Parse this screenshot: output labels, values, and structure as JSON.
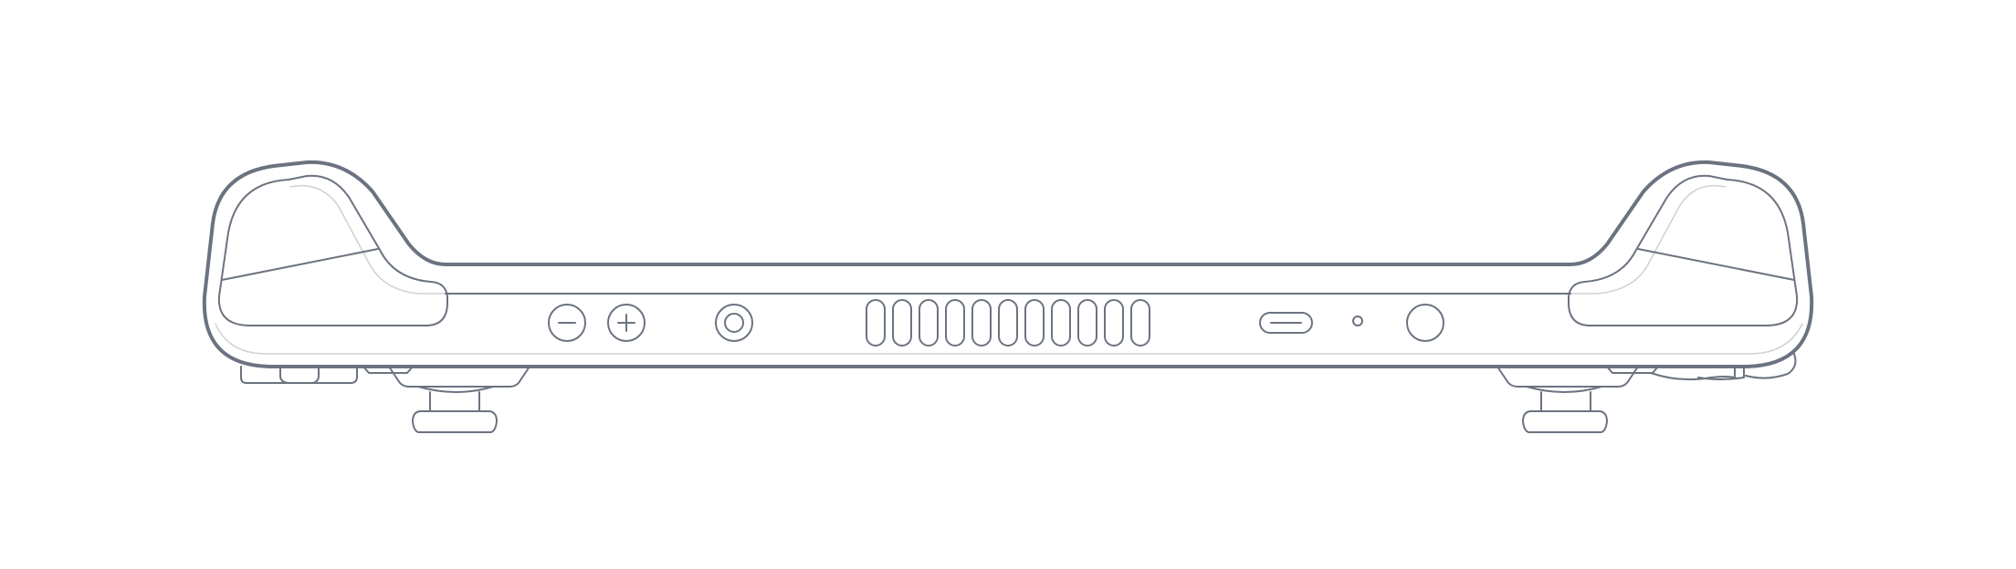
{
  "title": "",
  "colors": {
    "background": "#ffffff",
    "outline_dark": "#6b7380",
    "outline_light": "#d0d3d8"
  },
  "parts": {
    "body": "handheld-console-body",
    "buttons": [
      "minus-button",
      "plus-button",
      "headphone-jack"
    ],
    "vent_slot_count": 11,
    "ports": [
      "usb-c-port",
      "status-led",
      "power-button"
    ],
    "triggers": [
      "left-trigger",
      "right-trigger"
    ]
  }
}
